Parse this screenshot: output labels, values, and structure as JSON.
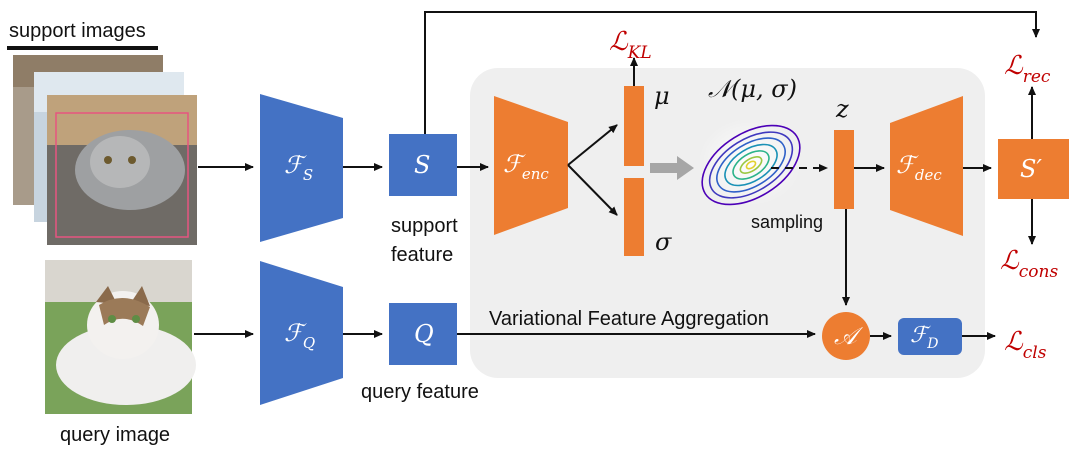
{
  "labels": {
    "support_images": "support images",
    "query_image": "query image",
    "support_feature_line1": "support",
    "support_feature_line2": "feature",
    "query_feature": "query feature",
    "vfa": "Variational Feature Aggregation",
    "sampling": "sampling"
  },
  "math": {
    "fs": "ℱS",
    "fq": "ℱQ",
    "s": "S",
    "q": "Q",
    "fenc": "ℱenc",
    "fdec": "ℱdec",
    "fd": "ℱD",
    "agg": "𝒜",
    "mu": "μ",
    "sigma": "σ",
    "normal": "𝒩(μ, σ)",
    "z": "z",
    "s_prime": "S′"
  },
  "losses": {
    "kl": "ℒKL",
    "rec": "ℒrec",
    "cons": "ℒcons",
    "cls": "ℒcls"
  },
  "colors": {
    "blue": "#4472c4",
    "orange": "#ed7d31",
    "loss_red": "#c00000",
    "panel": "#efefef",
    "arrow": "#111111"
  }
}
